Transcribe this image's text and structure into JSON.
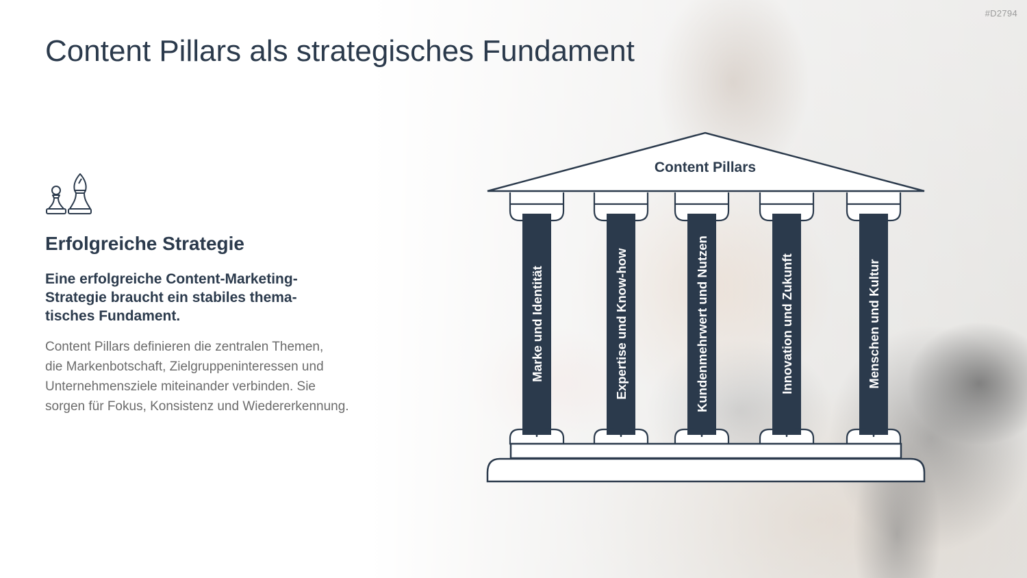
{
  "slide_id": "#D2794",
  "title": "Content Pillars als strategisches Fundament",
  "left": {
    "icon": "chess-pieces-icon",
    "heading": "Erfolgreiche Strategie",
    "lead_lines": [
      "Eine erfolgreiche Content-Marketing-",
      "Strategie braucht ein stabiles thema-",
      "tisches Fundament."
    ],
    "body_lines": [
      "Content Pillars definieren die zentralen Themen,",
      "die Markenbotschaft, Zielgruppeninteressen und",
      "Unternehmensziele miteinander verbinden. Sie",
      "sorgen für Fokus, Konsistenz und Wiedererkennung."
    ]
  },
  "diagram": {
    "roof_label": "Content Pillars",
    "pillars": [
      "Marke und Identität",
      "Expertise und Know-how",
      "Kundenmehrwert und Nutzen",
      "Innovation und Zukunft",
      "Menschen und Kultur"
    ],
    "colors": {
      "pillar": "#2b3a4c",
      "outline": "#2b3a4c",
      "fill": "#ffffff"
    }
  }
}
